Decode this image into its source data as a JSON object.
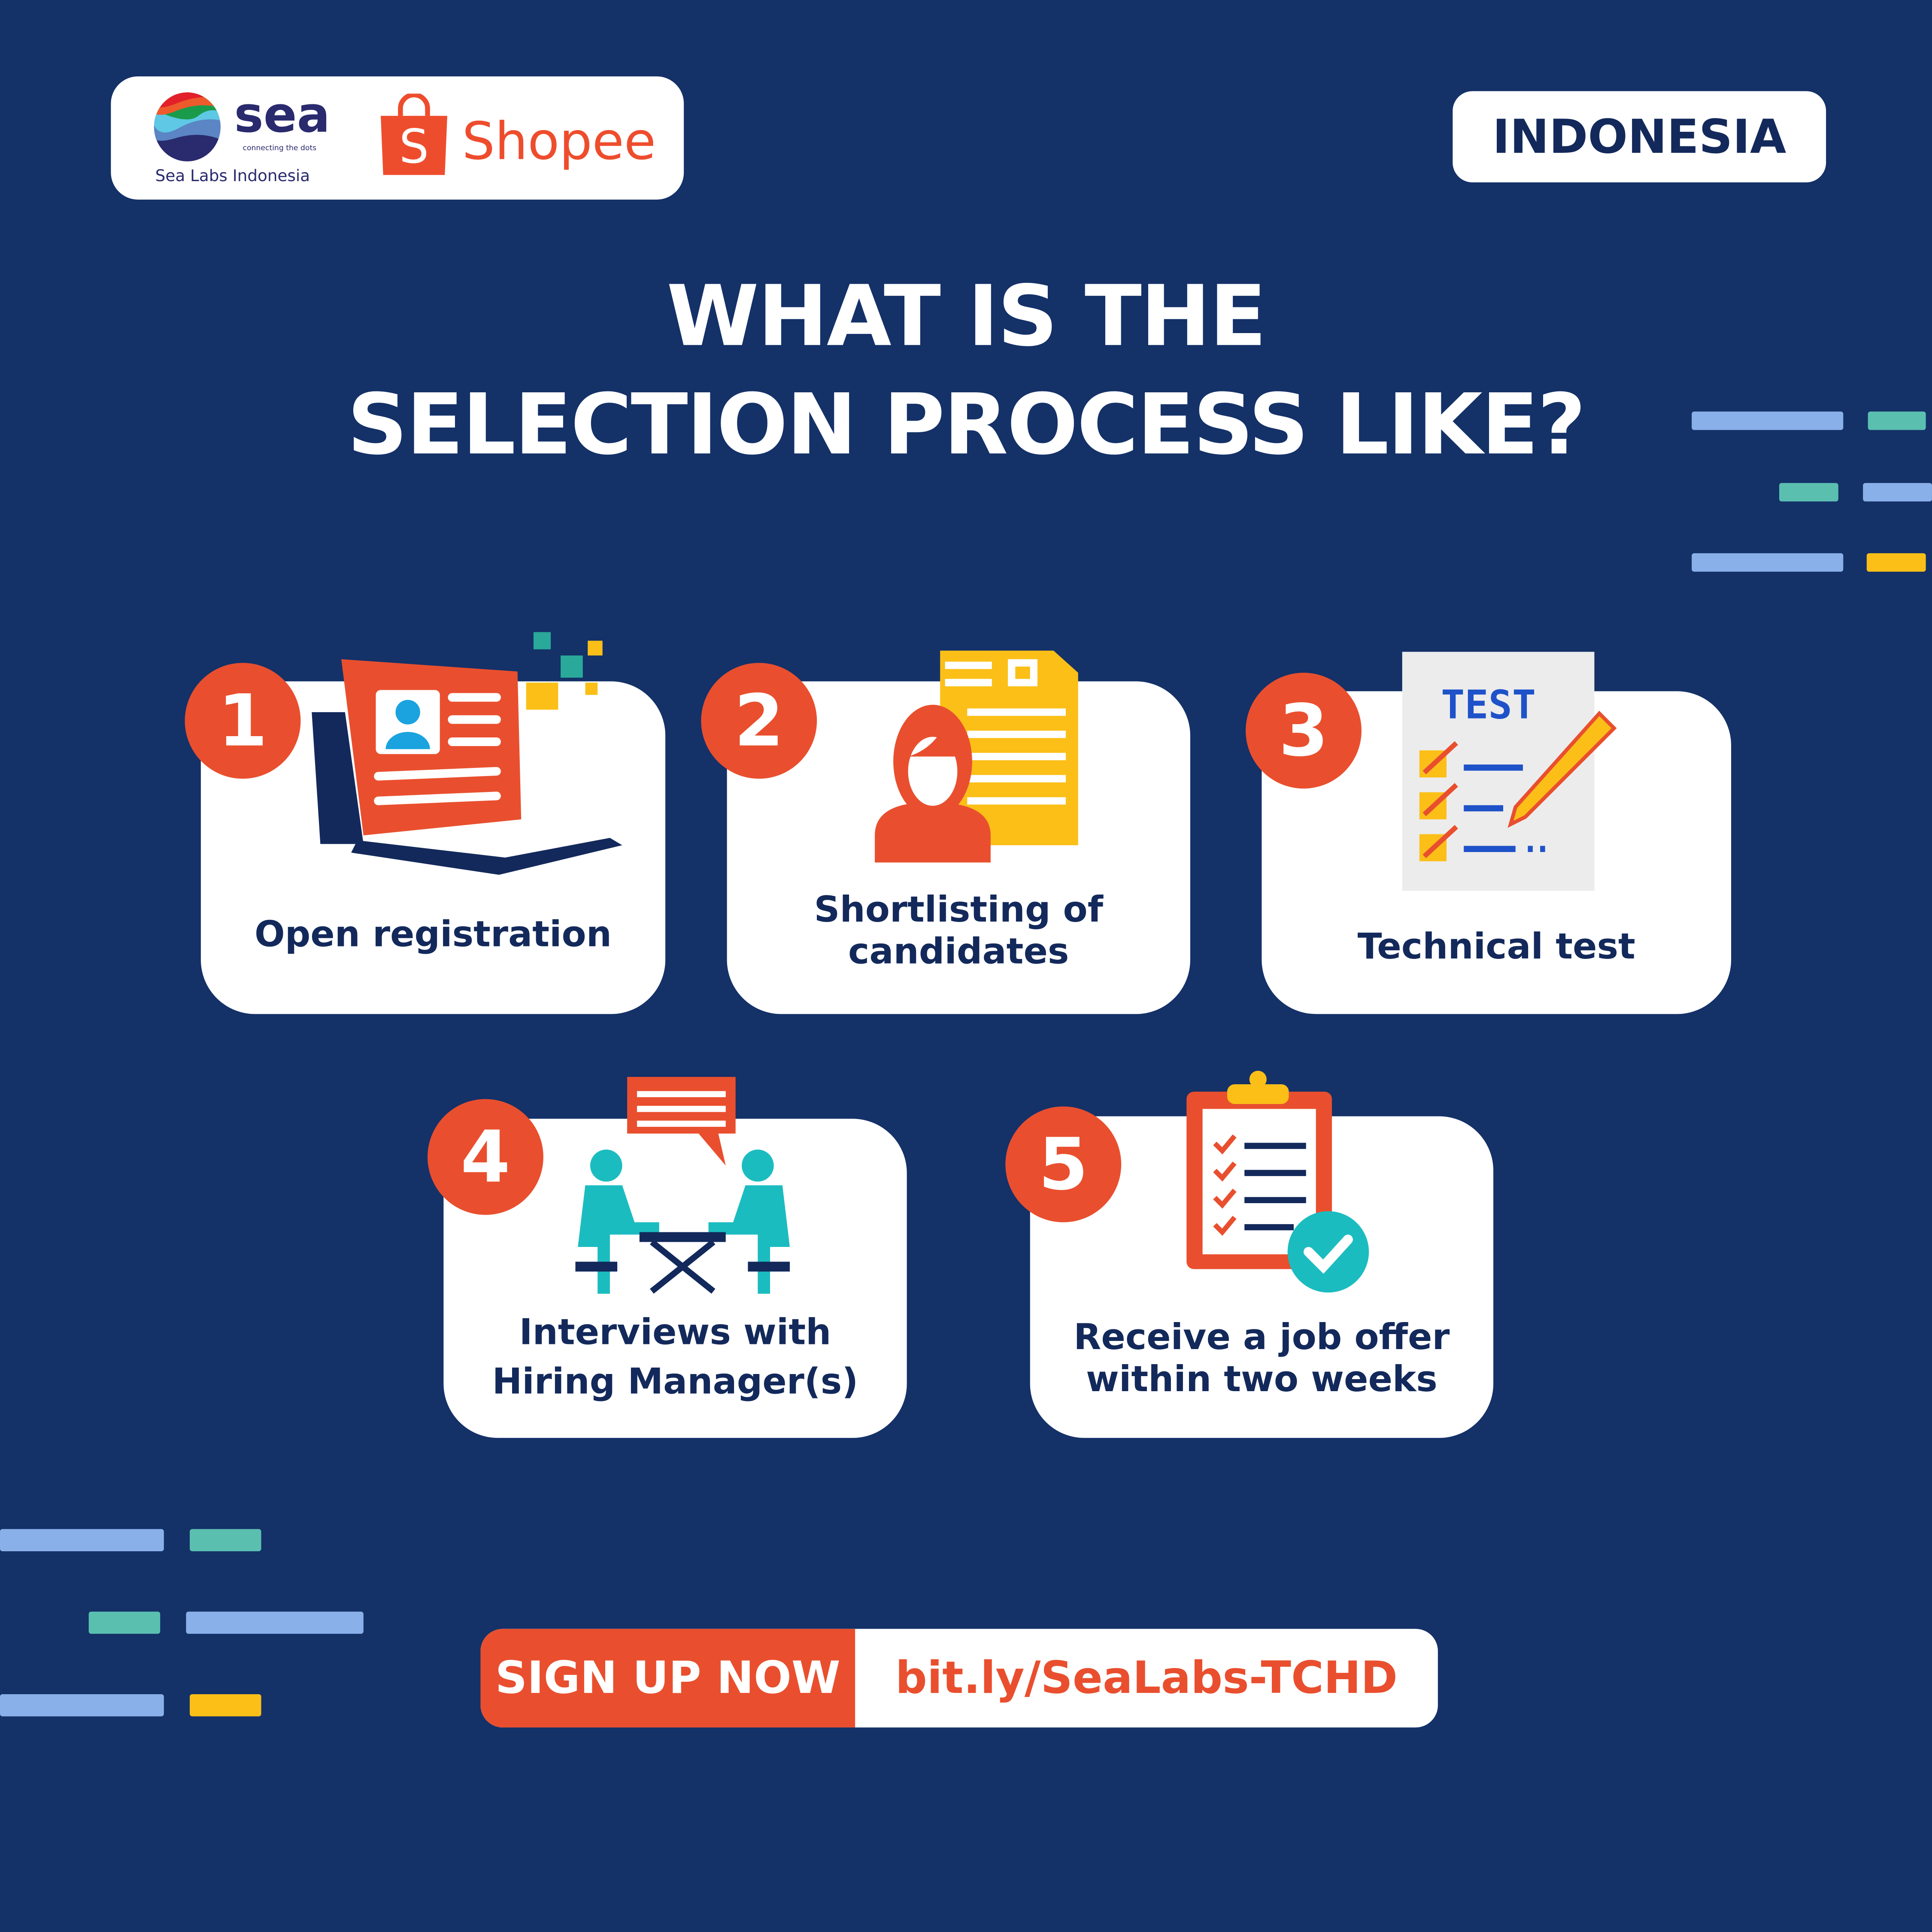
{
  "header": {
    "sea_logo_text": "sea",
    "sea_tagline": "connecting the dots",
    "sea_labs": "Sea Labs Indonesia",
    "shopee_logo_text": "Shopee",
    "country": "INDONESIA"
  },
  "title": {
    "line1": "WHAT IS THE",
    "line2": "SELECTION PROCESS LIKE?"
  },
  "steps": [
    {
      "number": "1",
      "label": "Open registration"
    },
    {
      "number": "2",
      "label_line1": "Shortlisting of",
      "label_line2": "candidates"
    },
    {
      "number": "3",
      "label": "Technical test",
      "icon_text": "TEST"
    },
    {
      "number": "4",
      "label_line1": "Interviews with",
      "label_line2": "Hiring Manager(s)"
    },
    {
      "number": "5",
      "label_line1": "Receive a job offer",
      "label_line2": "within two weeks"
    }
  ],
  "cta": {
    "button": "SIGN UP NOW",
    "link": "bit.ly/SeaLabs-TCHD"
  },
  "colors": {
    "background": "#143168",
    "accent": "#e94f2e",
    "navy": "#13295b",
    "blue": "#8ab0ea",
    "teal": "#5bbfb0",
    "yellow": "#fbbf18"
  }
}
